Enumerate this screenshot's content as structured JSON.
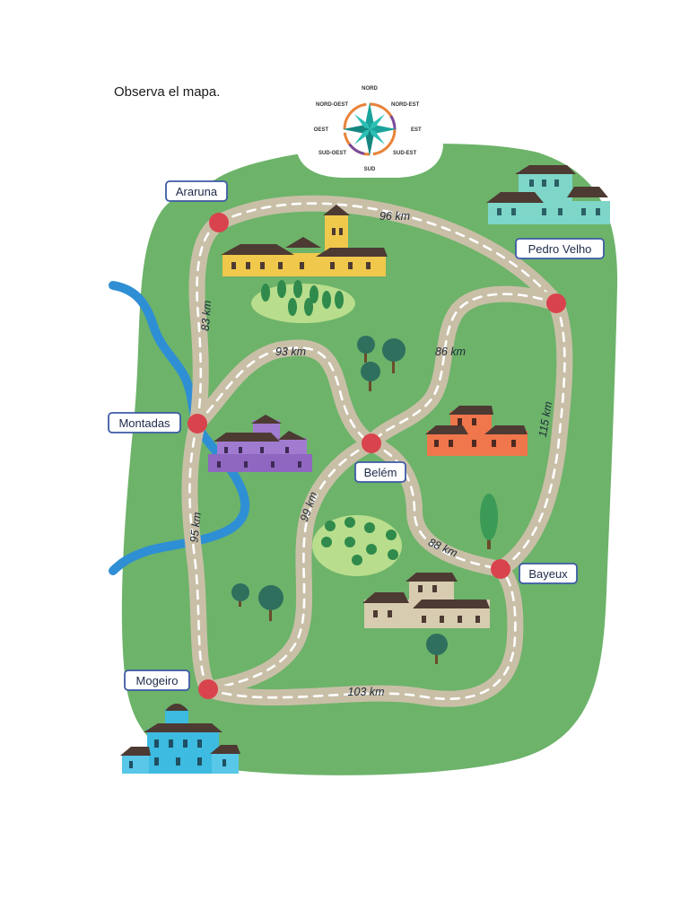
{
  "instruction": "Observa el mapa.",
  "compass": {
    "north": "NORD",
    "south": "SUD",
    "east": "EST",
    "west": "OEST",
    "north_east": "NORD-EST",
    "north_west": "NORD-OEST",
    "south_east": "SUD-EST",
    "south_west": "SUD-OEST"
  },
  "towns": {
    "araruna": "Araruna",
    "pedro_velho": "Pedro Velho",
    "montadas": "Montadas",
    "belem": "Belém",
    "bayeux": "Bayeux",
    "mogeiro": "Mogeiro"
  },
  "distances": {
    "araruna_pedro_velho": "96 km",
    "araruna_montadas": "83 km",
    "montadas_belem": "93 km",
    "pedro_velho_belem": "86 km",
    "pedro_velho_bayeux": "115 km",
    "belem_mogeiro": "99 km",
    "belem_bayeux": "88 km",
    "montadas_mogeiro": "95 km",
    "mogeiro_bayeux": "103 km"
  },
  "colors": {
    "land": "#6db36a",
    "river": "#2f8fd4",
    "road": "#c9bfa7",
    "town_dot": "#d9434d",
    "label_border": "#3d5aa6"
  }
}
